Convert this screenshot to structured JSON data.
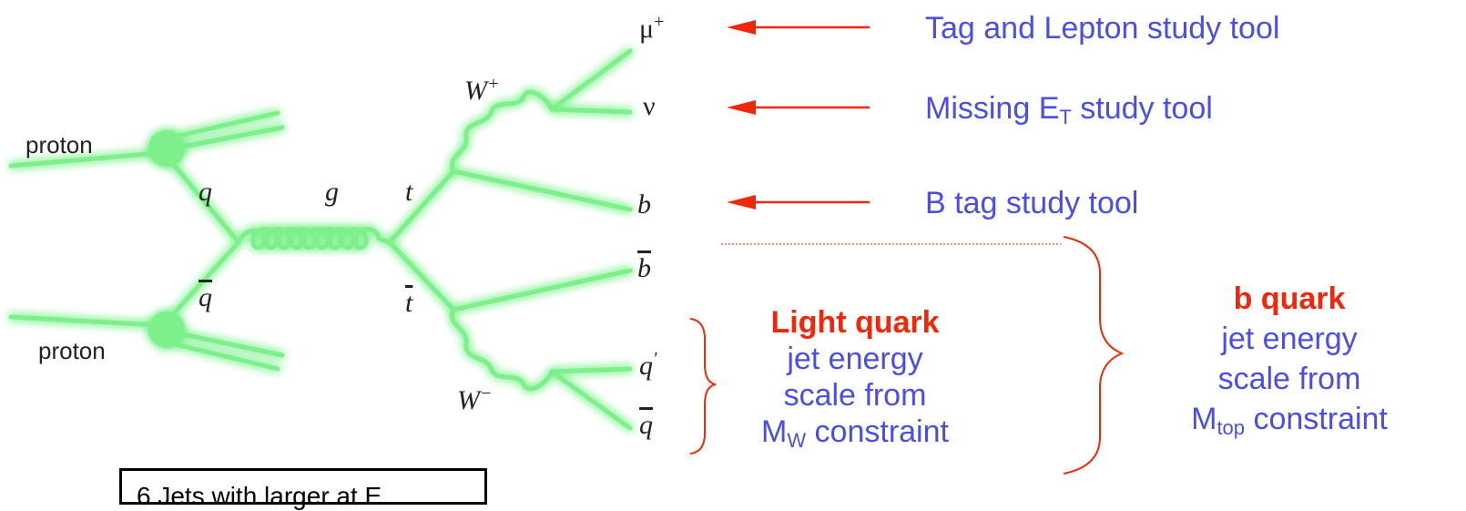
{
  "diagram": {
    "left_labels": {
      "proton_top": "proton",
      "proton_bottom": "proton"
    },
    "particles": {
      "q_top": "q",
      "qbar_left": "q",
      "g": "g",
      "t": "t",
      "tbar": "t",
      "W_plus": "W",
      "W_plus_sup": "+",
      "W_minus": "W",
      "W_minus_sup": "−",
      "mu_plus": "μ",
      "mu_plus_sup": "+",
      "nu": "ν",
      "b": "b",
      "bbar": "b",
      "q_prime": "q",
      "q_prime_sup": "'",
      "qbar_right": "q"
    },
    "tools": {
      "tag_lepton": "Tag and  Lepton study tool",
      "missing_et_prefix": "Missing E",
      "missing_et_sub": "T",
      "missing_et_suffix": " study tool",
      "btag": "B tag study tool"
    },
    "light_quark": {
      "title": "Light quark",
      "line1": "jet energy",
      "line2": "scale from",
      "line3_prefix": "M",
      "line3_sub": "W",
      "line3_suffix": " constraint"
    },
    "b_quark": {
      "title": "b quark",
      "line1": "jet energy",
      "line2": "scale from",
      "line3_prefix": "M",
      "line3_sub": "top",
      "line3_suffix": " constraint"
    },
    "box_text": "6 Jets with larger at E"
  },
  "colors": {
    "feynman_line": "#7df08c",
    "feynman_glow": "#c9f7cf",
    "arrow": "#f0280a",
    "blue_text": "#4b4ee6",
    "red_text": "#f0280a",
    "dotted_line": "#e06b4d"
  }
}
